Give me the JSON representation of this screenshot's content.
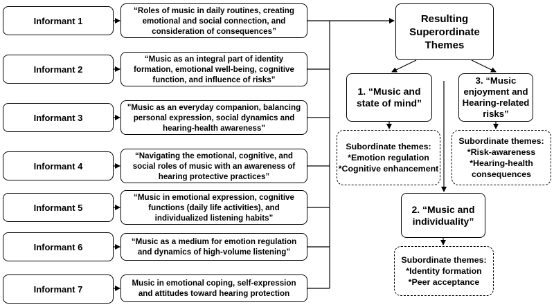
{
  "informants": [
    {
      "label": "Informant 1",
      "description": "“Roles of music in daily routines, creating emotional and social connection, and consideration of consequences”"
    },
    {
      "label": "Informant 2",
      "description": "“Music as an integral part of identity formation, emotional well-being, cognitive function, and influence of risks”"
    },
    {
      "label": "Informant 3",
      "description": "\"Music as an everyday companion, balancing personal expression, social dynamics and hearing-health awareness\""
    },
    {
      "label": "Informant 4",
      "description": "“Navigating the emotional, cognitive, and social roles of music with an awareness of hearing protective practices”"
    },
    {
      "label": "Informant 5",
      "description": "“Music in emotional expression, cognitive functions (daily life activities), and individualized listening habits”"
    },
    {
      "label": "Informant 6",
      "description": "“Music as a medium for emotion regulation and dynamics of high-volume listening”"
    },
    {
      "label": "Informant 7",
      "description": "Music in emotional coping, self-expression and attitudes toward hearing protection"
    }
  ],
  "result_box": {
    "label": "Resulting Superordinate Themes"
  },
  "themes": [
    {
      "label": "1. “Music and state of mind”",
      "subtitle": "Subordinate themes:",
      "items": [
        "*Emotion regulation",
        "*Cognitive enhancement"
      ]
    },
    {
      "label": "2. “Music and individuality”",
      "subtitle": "Subordinate themes:",
      "items": [
        "*Identity formation",
        "*Peer acceptance"
      ]
    },
    {
      "label": "3. “Music enjoyment and Hearing-related risks”",
      "subtitle": "Subordinate themes:",
      "items": [
        "*Risk-awareness",
        "*Hearing-health consequences"
      ]
    }
  ]
}
